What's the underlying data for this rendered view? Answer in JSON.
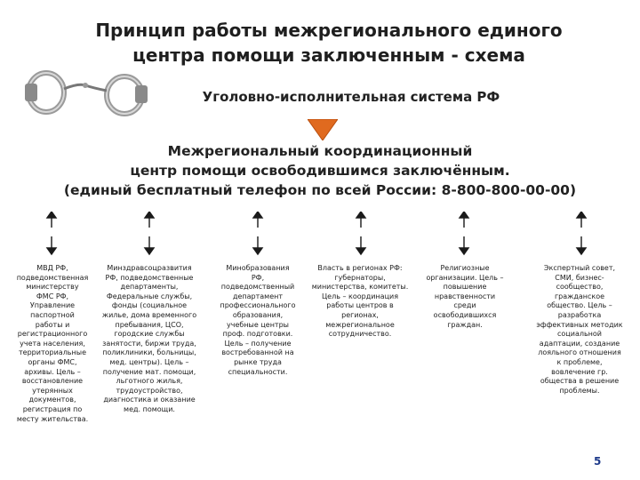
{
  "title": {
    "line1": "Принцип работы межрегионального единого",
    "line2": "центра помощи заключенным - схема"
  },
  "top_node": "Уголовно-исполнительная система РФ",
  "center": {
    "line1": "Межрегиональный координационный",
    "line2": "центр помощи освободившимся заключённым.",
    "line3": "(единый бесплатный телефон по всей России: 8-800-800-00-00)"
  },
  "columns": [
    {
      "lines": [
        "МВД РФ,",
        "подведомственная",
        "министерству",
        "ФМС РФ,",
        "Управление",
        "паспортной",
        "работы и",
        "регистрационного",
        "учета населения,",
        "территориальные",
        "органы ФМС,",
        "архивы. Цель –",
        "восстановление",
        "утерянных",
        "документов,",
        "регистрация по",
        "месту жительства."
      ]
    },
    {
      "lines": [
        "Минздравсоцразвития",
        "РФ, подведомственные",
        "департаменты,",
        "Федеральные службы,",
        "фонды (социальное",
        "жилье, дома временного",
        "пребывания, ЦСО,",
        "городские службы",
        "занятости, биржи труда,",
        "поликлиники, больницы,",
        "мед. центры). Цель –",
        "получение мат. помощи,",
        "льготного жилья,",
        "трудоустройство,",
        "диагностика и оказание",
        "мед. помощи."
      ]
    },
    {
      "lines": [
        "Минобразования",
        "РФ,",
        "подведомственный",
        "департамент",
        "профессионального",
        "образования,",
        "учебные центры",
        "проф. подготовки.",
        "Цель – получение",
        "востребованной на",
        "рынке труда",
        "специальности."
      ]
    },
    {
      "lines": [
        "Власть в регионах РФ:",
        "губернаторы,",
        "министерства, комитеты.",
        "Цель – координация",
        "работы центров в",
        "регионах,",
        "межрегиональное",
        "сотрудничество."
      ]
    },
    {
      "lines": [
        "Религиозные",
        "организации. Цель –",
        "повышение",
        "нравственности",
        "среди",
        "освободившихся",
        "граждан."
      ]
    },
    {
      "lines": [
        "Экспертный совет,",
        "СМИ, бизнес-",
        "сообщество,",
        "гражданское",
        "общество. Цель –",
        "разработка",
        "эффективных методик",
        "социальной",
        "адаптации, создание",
        "лояльного отношения",
        "к проблеме,",
        "вовлечение гр.",
        "общества в решение",
        "проблемы."
      ]
    }
  ],
  "page_number": "5",
  "colors": {
    "arrow": "#e06a1f",
    "text": "#222222",
    "page_number": "#1e3a8a"
  },
  "icons": [
    "handcuffs-icon"
  ]
}
